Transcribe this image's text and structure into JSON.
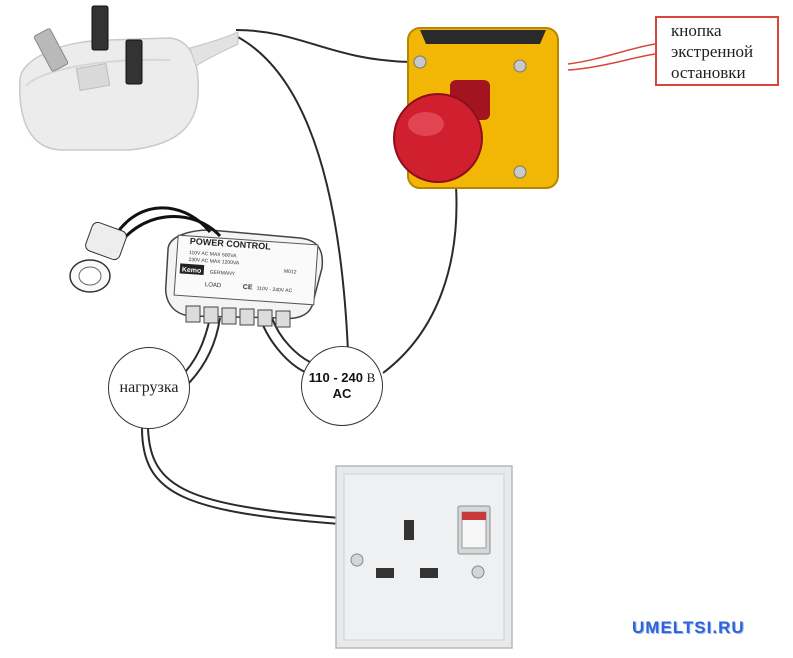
{
  "callout": {
    "line1": "кнопка",
    "line2": "экстренной",
    "line3": "остановки"
  },
  "labels": {
    "load": "нагрузка",
    "voltage_range": "110 - 240",
    "voltage_unit": "B",
    "current_type": "AC"
  },
  "module": {
    "title": "POWER CONTROL",
    "spec_line1": "110V AC MAX   500VA",
    "spec_line2": "230V AC MAX  1200VA",
    "brand": "Kemo",
    "origin": "GERMANY",
    "model": "M012",
    "load_label": "LOAD",
    "ce_mark": "CE",
    "input_label": "110V - 240V AC"
  },
  "watermark": "UMELTSI.RU",
  "colors": {
    "button_housing": "#f2b705",
    "button_cap": "#d01f2e",
    "callout_border": "#d9453a",
    "socket_plate": "#e7e9ea",
    "watermark": "#2f63d8"
  }
}
